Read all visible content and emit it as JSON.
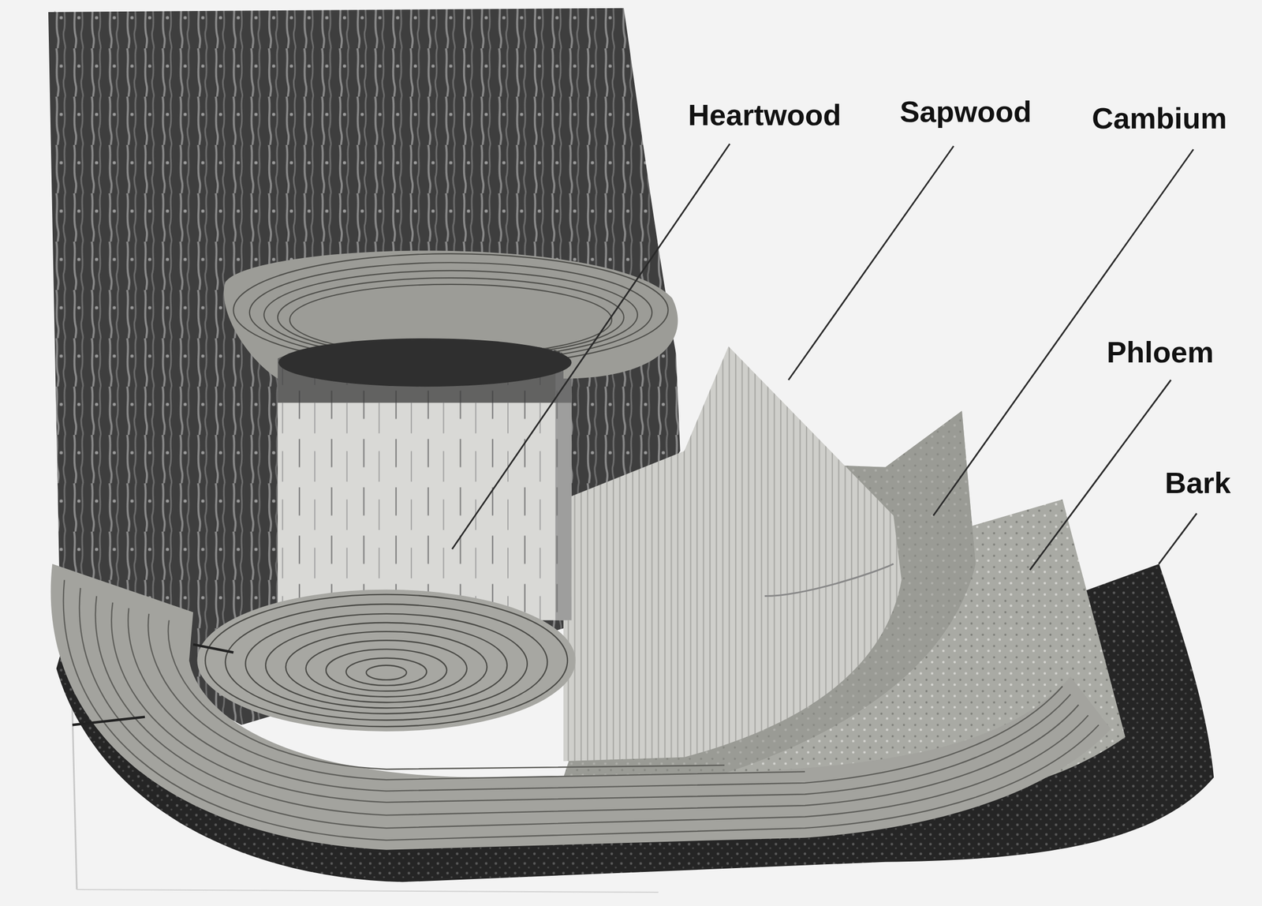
{
  "diagram": {
    "labels": [
      "Heartwood",
      "Sapwood",
      "Cambium",
      "Phloem",
      "Bark"
    ]
  }
}
